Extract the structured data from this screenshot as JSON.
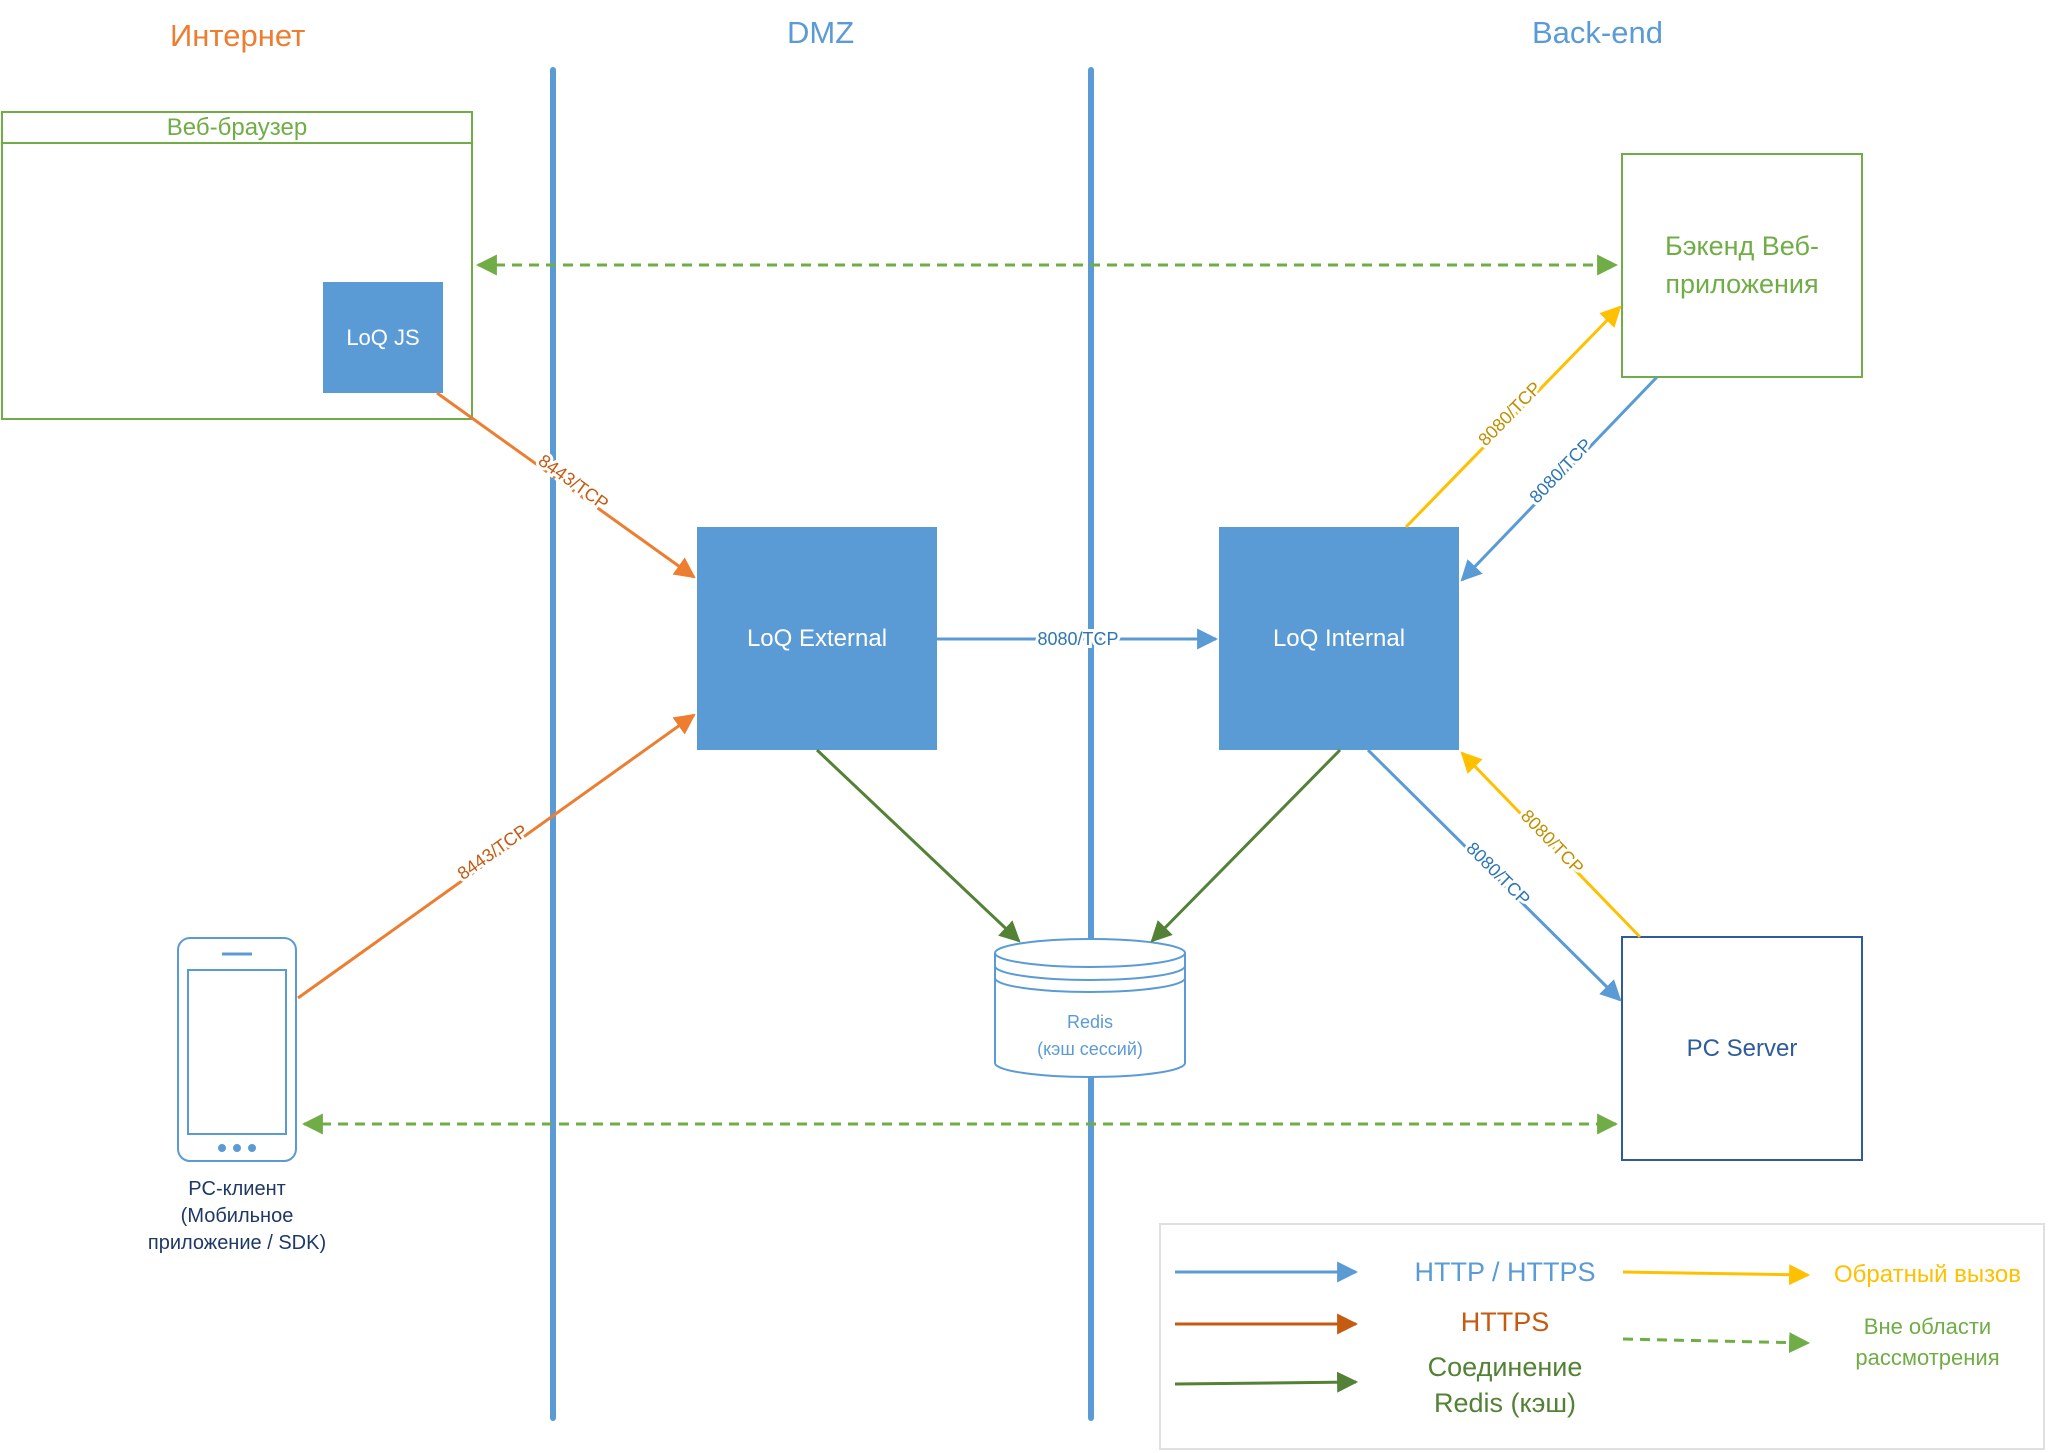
{
  "colors": {
    "blue": "#5B9BD5",
    "node_blue": "#5B9BD5",
    "orange": "#ED7D31",
    "dark_orange": "#C55A11",
    "green": "#70AD47",
    "dark_green": "#538135",
    "yellow": "#FFC000",
    "navy": "#2E5C9A"
  },
  "zones": {
    "internet": "Интернет",
    "dmz": "DMZ",
    "backend": "Back-end"
  },
  "nodes": {
    "web_browser": "Веб-браузер",
    "loq_js": "LoQ JS",
    "loq_external": "LoQ External",
    "loq_internal": "LoQ Internal",
    "backend_web_app": "Бэкенд Веб-\nприложения",
    "redis_title": "Redis",
    "redis_subtitle": "(кэш сессий)",
    "pc_server": "PC Server",
    "pc_client": "PC-клиент\n(Мобильное\nприложение / SDK)"
  },
  "edge_labels": {
    "js_to_external": "8443/TCP",
    "mobile_to_external": "8443/TCP",
    "external_to_internal": "8080/TCP",
    "internal_to_backend": "8080/TCP",
    "backend_to_internal": "8080/TCP",
    "pcserver_to_internal": "8080/TCP",
    "internal_to_pcserver": "8080/TCP"
  },
  "legend": {
    "http": "HTTP / HTTPS",
    "https": "HTTPS",
    "redis": "Соединение\nRedis (кэш)",
    "callback": "Обратный вызов",
    "out_of_scope": "Вне области\nрассмотрения"
  }
}
